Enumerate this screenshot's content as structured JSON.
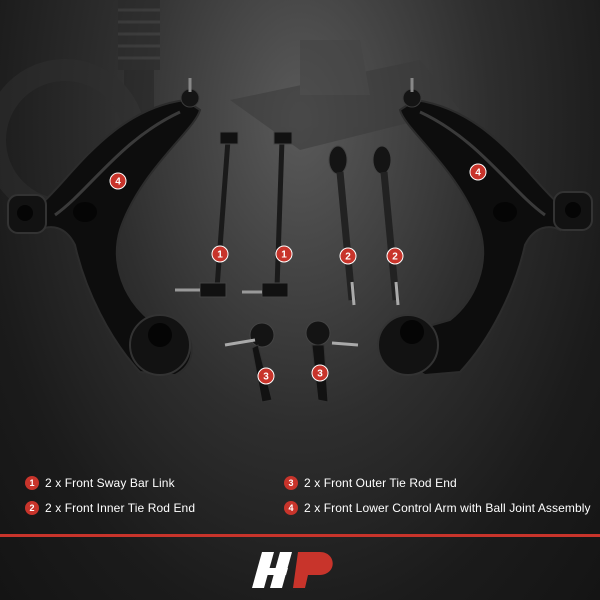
{
  "legend": [
    {
      "number": "1",
      "text": "2 x Front Sway Bar Link"
    },
    {
      "number": "2",
      "text": "2 x Front Inner Tie Rod End"
    },
    {
      "number": "3",
      "text": "2 x Front Outer Tie Rod End"
    },
    {
      "number": "4",
      "text": "2 x Front Lower Control Arm with Ball Joint Assembly"
    }
  ],
  "callouts": {
    "arm_left": "4",
    "arm_right": "4",
    "link_left": "1",
    "link_right": "1",
    "inner_left": "2",
    "inner_right": "2",
    "outer_left": "3",
    "outer_right": "3"
  },
  "colors": {
    "accent_red": "#c8342b",
    "background": "#1b1b1b"
  },
  "logo": {
    "name": "brand-logo"
  }
}
